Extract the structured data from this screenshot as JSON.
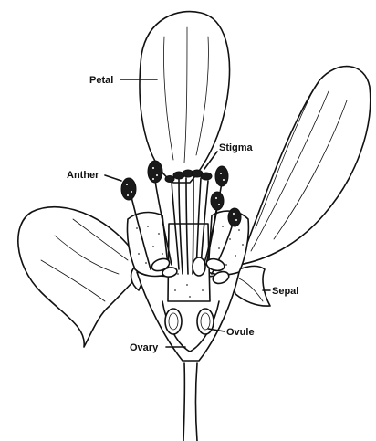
{
  "labels": {
    "petal": "Petal",
    "stigma": "Stigma",
    "anther": "Anther",
    "sepal": "Sepal",
    "ovule": "Ovule",
    "ovary": "Ovary"
  },
  "colors": {
    "ink": "#111111",
    "background": "#ffffff"
  }
}
